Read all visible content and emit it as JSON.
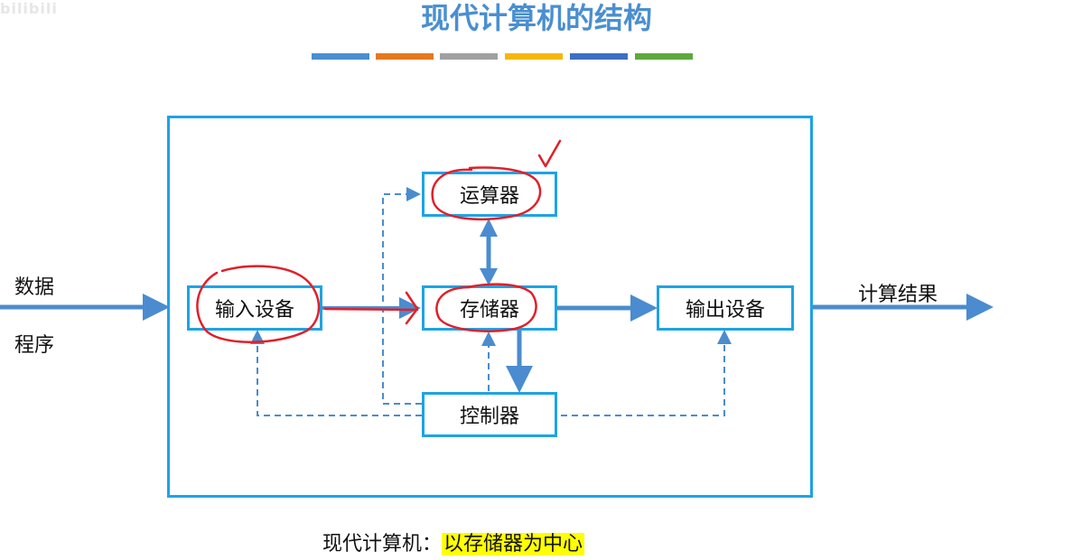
{
  "watermark": "bilibili",
  "title": "现代计算机的结构",
  "color_bar": [
    "#4a8fd0",
    "#e6781f",
    "#a0a0a0",
    "#f5b800",
    "#3c6fc4",
    "#5fa83c"
  ],
  "nodes": {
    "alu": "运算器",
    "memory": "存储器",
    "input": "输入设备",
    "output": "输出设备",
    "control": "控制器"
  },
  "inputs": {
    "data": "数据",
    "program": "程序"
  },
  "output_label": "计算结果",
  "caption": {
    "prefix": "现代计算机：",
    "highlight": "以存储器为中心"
  },
  "colors": {
    "box_border": "#1ea3e6",
    "arrow": "#4a8ccf",
    "annotation": "#e0202a",
    "highlight": "#ffff00"
  },
  "annotations": {
    "check_icon": "checkmark-icon"
  }
}
